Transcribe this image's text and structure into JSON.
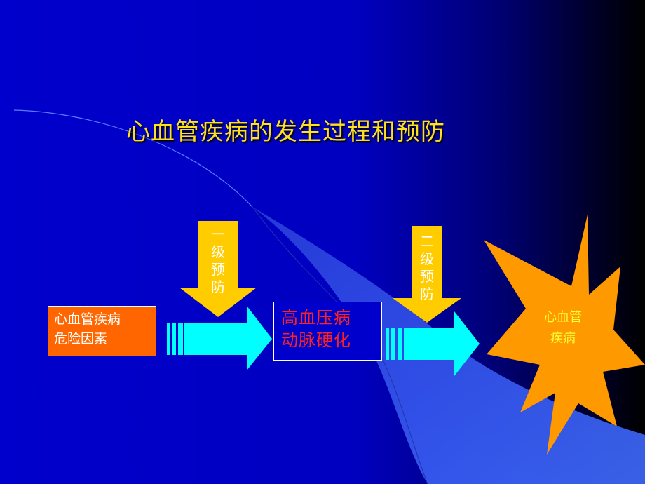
{
  "title": "心血管疾病的发生过程和预防",
  "risk_box": {
    "lines": [
      "心血管疾病",
      "危险因素"
    ]
  },
  "primary_prevention": {
    "chars": [
      "一",
      "级",
      "预",
      "防"
    ]
  },
  "middle_box": {
    "lines": [
      "高血压病",
      "动脉硬化"
    ]
  },
  "secondary_prevention": {
    "chars": [
      "二",
      "级",
      "预",
      "防"
    ]
  },
  "outcome": {
    "lines": [
      "心血管",
      "疾病"
    ]
  },
  "colors": {
    "background_primary": "#0000CC",
    "background_dark": "#000000",
    "title": "#FFE11A",
    "risk_box": "#FF6600",
    "down_arrow": "#FFCC00",
    "right_arrow": "#00FFFF",
    "star": "#FF9900",
    "outcome_text": "#FFFF33",
    "middle_text": "#FF2020"
  }
}
